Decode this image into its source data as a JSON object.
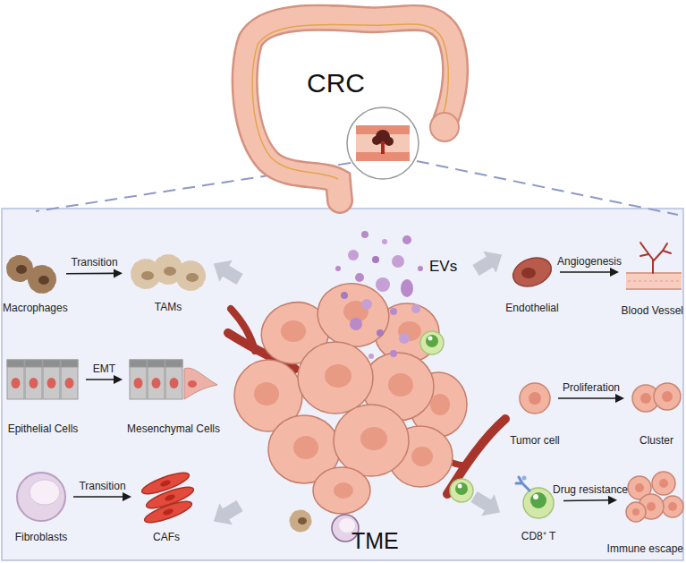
{
  "diagram": {
    "nodes": [
      {
        "text": [
          "Macrophages"
        ]
      },
      {
        "text": [
          "TAMs"
        ]
      },
      {
        "text": [
          "Epithelial Cells"
        ]
      },
      {
        "text": [
          "Mesenchymal Cells"
        ]
      },
      {
        "text": [
          "Fibroblasts"
        ]
      },
      {
        "text": [
          "CAFs"
        ]
      },
      {
        "text": [
          "Endothelial"
        ]
      },
      {
        "text": [
          "Blood Vessel"
        ]
      },
      {
        "text": [
          "Tumor cell"
        ]
      },
      {
        "text": [
          "Cluster"
        ]
      },
      {
        "text": [
          "CD8⁺ T"
        ]
      },
      {
        "text": [
          "Immune escape"
        ]
      }
    ],
    "edges": [
      {
        "from": 0,
        "to": 1,
        "arrow": "to",
        "label": "Transition"
      },
      {
        "from": 2,
        "to": 3,
        "arrow": "to",
        "label": "EMT"
      },
      {
        "from": 4,
        "to": 5,
        "arrow": "to",
        "label": "Transition"
      },
      {
        "from": 6,
        "to": 7,
        "arrow": "to",
        "label": "Angiogenesis"
      },
      {
        "from": 8,
        "to": 9,
        "arrow": "to",
        "label": "Proliferation"
      },
      {
        "from": 10,
        "to": 11,
        "arrow": "to",
        "label": "Drug resistance"
      }
    ],
    "labels": [
      "CRC",
      "EVs",
      "TME"
    ]
  }
}
